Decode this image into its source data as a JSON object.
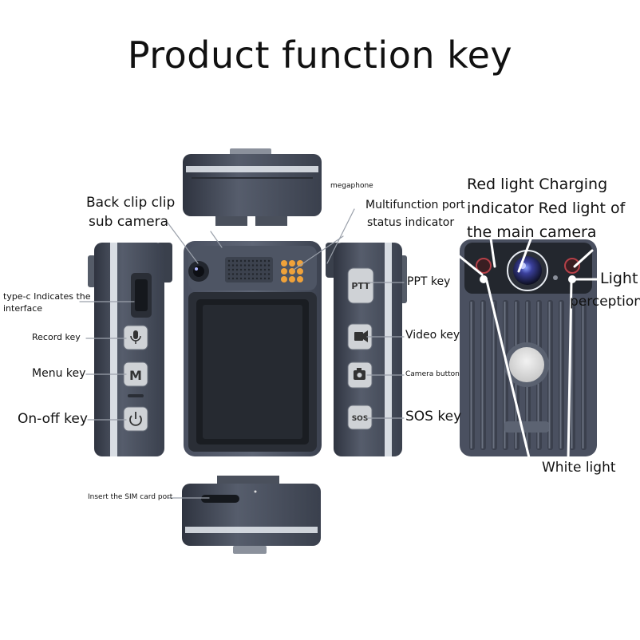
{
  "title": "Product function key",
  "labels": {
    "back_clip": "Back clip clip",
    "sub_camera": "sub camera",
    "megaphone": "megaphone",
    "multifunction_port": "Multifunction port",
    "status_indicator": "status indicator",
    "red_light_line1": "Red light Charging",
    "red_light_line2": "indicator Red light of",
    "red_light_line3": "the main camera",
    "light": "Light",
    "perception": "perception",
    "typec_line1": "type-c Indicates the",
    "typec_line2": "interface",
    "record_key": "Record key",
    "menu_key": "Menu key",
    "onoff_key": "On-off key",
    "ppt_key": "PPT key",
    "video_key": "Video key",
    "camera_button": "Camera button",
    "sos_key": "SOS key",
    "white_light": "White light",
    "sim_port": "Insert the SIM card port"
  },
  "button_text": {
    "ptt": "PTT",
    "menu": "M",
    "sos": "SOS"
  },
  "colors": {
    "body_dark": "#3d4350",
    "body_mid": "#5a6170",
    "body_light": "#8b92a0",
    "stripe": "#e8ecf2",
    "screen": "#1a1d22",
    "orange_pad": "#f0a23a",
    "line": "#ffffff"
  }
}
